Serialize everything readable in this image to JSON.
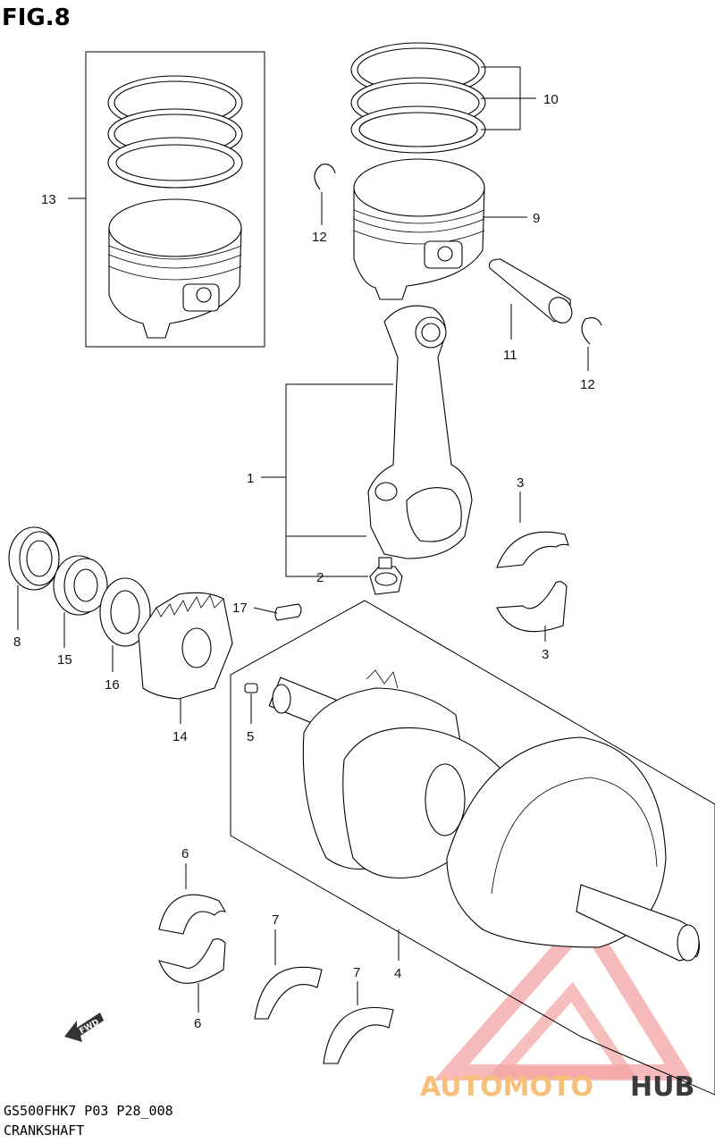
{
  "figure": {
    "title": "FIG.8"
  },
  "footer": {
    "code": "GS500FHK7 P03 P28_008",
    "name": "CRANKSHAFT"
  },
  "watermark": {
    "part1": "AUTOMOTO",
    "part2": "HUB",
    "accent": "#f08080"
  },
  "fwd_label": "FWD",
  "callouts": [
    {
      "id": "c1",
      "label": "1",
      "part": "connecting rod"
    },
    {
      "id": "c2",
      "label": "2",
      "part": "nut"
    },
    {
      "id": "c3a",
      "label": "3",
      "part": "bearing upper"
    },
    {
      "id": "c3b",
      "label": "3",
      "part": "bearing lower"
    },
    {
      "id": "c4",
      "label": "4",
      "part": "crankshaft"
    },
    {
      "id": "c5",
      "label": "5",
      "part": "pin"
    },
    {
      "id": "c6a",
      "label": "6",
      "part": "main bearing upper"
    },
    {
      "id": "c6b",
      "label": "6",
      "part": "main bearing lower"
    },
    {
      "id": "c7a",
      "label": "7",
      "part": "thrust washer"
    },
    {
      "id": "c7b",
      "label": "7",
      "part": "thrust washer"
    },
    {
      "id": "c8",
      "label": "8",
      "part": "oil seal"
    },
    {
      "id": "c9",
      "label": "9",
      "part": "piston"
    },
    {
      "id": "c10",
      "label": "10",
      "part": "piston rings"
    },
    {
      "id": "c11",
      "label": "11",
      "part": "piston pin"
    },
    {
      "id": "c12a",
      "label": "12",
      "part": "circlip"
    },
    {
      "id": "c12b",
      "label": "12",
      "part": "circlip"
    },
    {
      "id": "c13",
      "label": "13",
      "part": "piston set"
    },
    {
      "id": "c14",
      "label": "14",
      "part": "gear"
    },
    {
      "id": "c15",
      "label": "15",
      "part": "spacer"
    },
    {
      "id": "c16",
      "label": "16",
      "part": "washer"
    },
    {
      "id": "c17",
      "label": "17",
      "part": "key"
    }
  ]
}
